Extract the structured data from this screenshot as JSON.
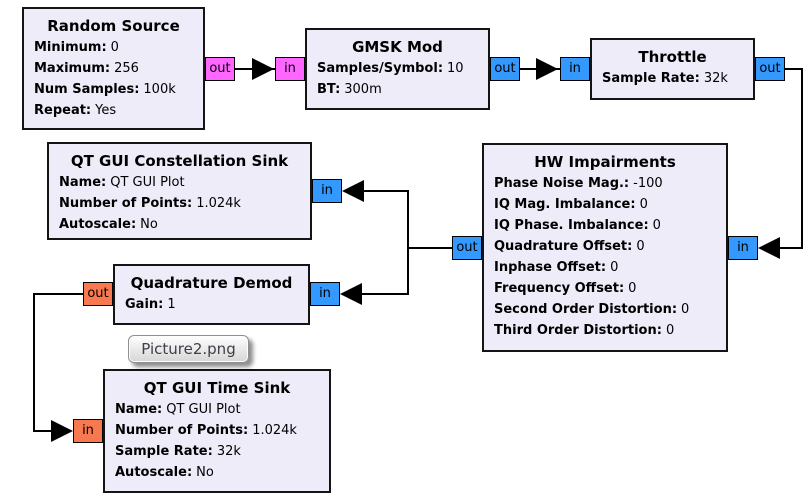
{
  "app": "flowgraph-canvas",
  "colors": {
    "canvas_bg": "#FFFFFF",
    "block_fill": "#EFECFA",
    "block_border": "#141414",
    "port_byte": "#FF66FF",
    "port_complex": "#3399FF",
    "port_float": "#F8794F",
    "wire": "#000000"
  },
  "port_labels": {
    "in": "in",
    "out": "out"
  },
  "tooltip": {
    "text": "Picture2.png"
  },
  "blocks": {
    "random_source": {
      "title": "Random Source",
      "params": [
        {
          "key": "Minimum:",
          "value": "0"
        },
        {
          "key": "Maximum:",
          "value": "256"
        },
        {
          "key": "Num Samples:",
          "value": "100k"
        },
        {
          "key": "Repeat:",
          "value": "Yes"
        }
      ]
    },
    "gmsk_mod": {
      "title": "GMSK Mod",
      "params": [
        {
          "key": "Samples/Symbol:",
          "value": "10"
        },
        {
          "key": "BT:",
          "value": "300m"
        }
      ]
    },
    "throttle": {
      "title": "Throttle",
      "params": [
        {
          "key": "Sample Rate:",
          "value": "32k"
        }
      ]
    },
    "hw_impairments": {
      "title": "HW Impairments",
      "params": [
        {
          "key": "Phase Noise Mag.:",
          "value": "-100"
        },
        {
          "key": "IQ Mag. Imbalance:",
          "value": "0"
        },
        {
          "key": "IQ Phase. Imbalance:",
          "value": "0"
        },
        {
          "key": "Quadrature Offset:",
          "value": "0"
        },
        {
          "key": "Inphase Offset:",
          "value": "0"
        },
        {
          "key": "Frequency Offset:",
          "value": "0"
        },
        {
          "key": "Second Order Distortion:",
          "value": "0"
        },
        {
          "key": "Third Order Distortion:",
          "value": "0"
        }
      ]
    },
    "constellation_sink": {
      "title": "QT GUI Constellation Sink",
      "params": [
        {
          "key": "Name:",
          "value": "QT GUI Plot"
        },
        {
          "key": "Number of Points:",
          "value": "1.024k"
        },
        {
          "key": "Autoscale:",
          "value": "No"
        }
      ]
    },
    "quadrature_demod": {
      "title": "Quadrature Demod",
      "params": [
        {
          "key": "Gain:",
          "value": "1"
        }
      ]
    },
    "time_sink": {
      "title": "QT GUI Time Sink",
      "params": [
        {
          "key": "Name:",
          "value": "QT GUI Plot"
        },
        {
          "key": "Number of Points:",
          "value": "1.024k"
        },
        {
          "key": "Sample Rate:",
          "value": "32k"
        },
        {
          "key": "Autoscale:",
          "value": "No"
        }
      ]
    }
  }
}
